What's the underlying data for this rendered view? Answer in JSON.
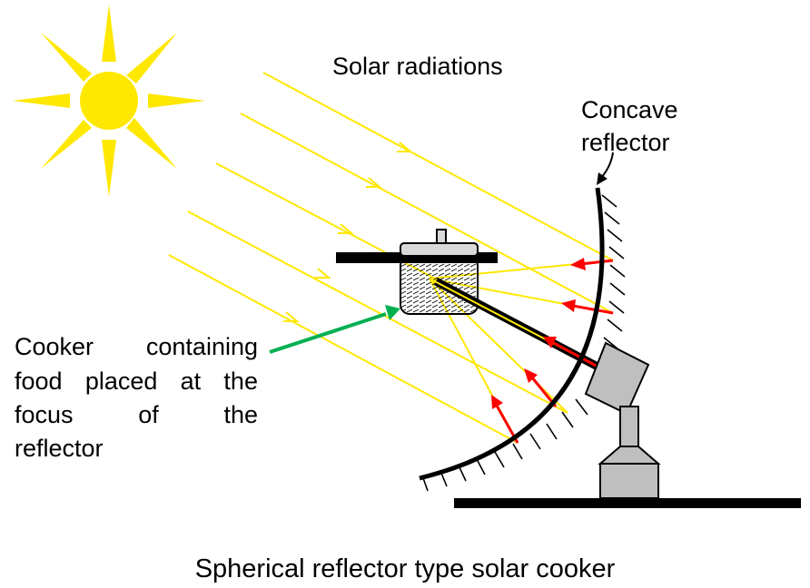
{
  "labels": {
    "solar_radiations": "Solar radiations",
    "concave_line1": "Concave",
    "concave_line2": "reflector",
    "cooker_line1": [
      "Cooker",
      "containing"
    ],
    "cooker_line2": [
      "food",
      "placed",
      "at",
      "the"
    ],
    "cooker_line3": [
      "focus",
      "of",
      "the"
    ],
    "cooker_line4": [
      "reflector"
    ],
    "caption": "Spherical reflector type solar cooker"
  },
  "colors": {
    "sun": "#FFE800",
    "rays": "#FFE800",
    "reflected_arrows": "#FF0000",
    "pointer_arrow": "#00B050",
    "metal_gray": "#BFBFBF",
    "outline": "#000000"
  }
}
